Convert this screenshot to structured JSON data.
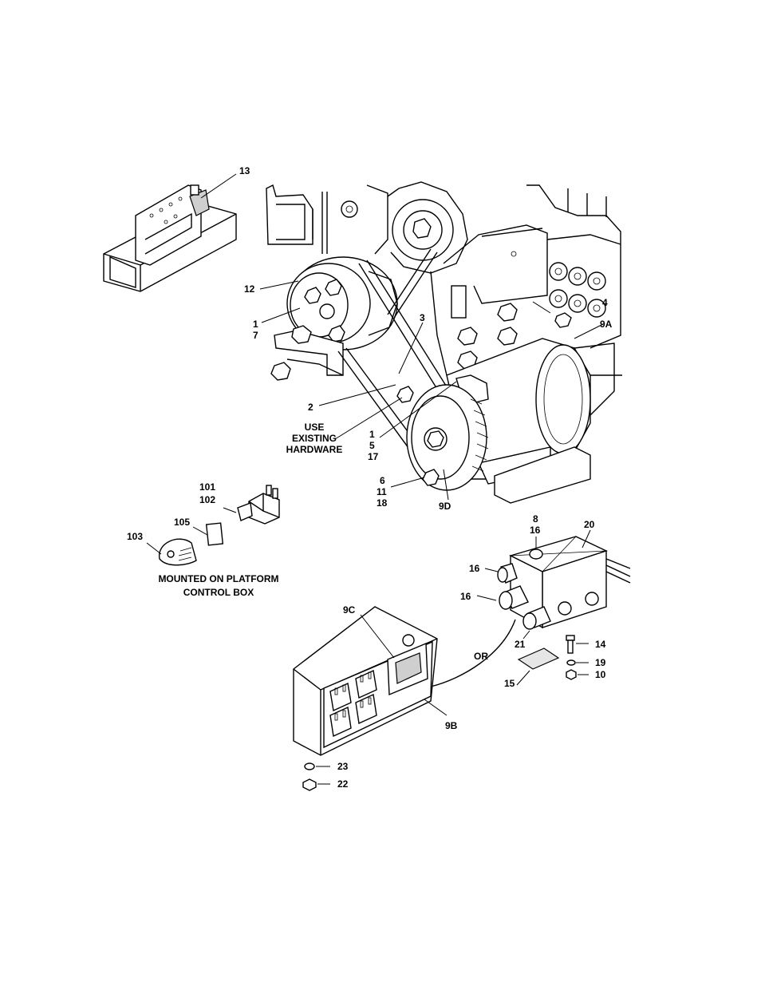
{
  "callouts": {
    "c13": "13",
    "c12": "12",
    "c1a": "1",
    "c7": "7",
    "c3": "3",
    "c4": "4",
    "c9a": "9A",
    "c2": "2",
    "use": "USE",
    "existing": "EXISTING",
    "hardware": "HARDWARE",
    "c1b": "1",
    "c5": "5",
    "c17": "17",
    "c6": "6",
    "c11": "11",
    "c18": "18",
    "c9d": "9D",
    "c101": "101",
    "c102": "102",
    "c105": "105",
    "c103": "103",
    "mounted1": "MOUNTED ON PLATFORM",
    "mounted2": "CONTROL BOX",
    "c8": "8",
    "c16a": "16",
    "c20": "20",
    "c16b": "16",
    "c16c": "16",
    "c9c": "9C",
    "c21": "21",
    "c14": "14",
    "or": "OR",
    "c19": "19",
    "c15": "15",
    "c10": "10",
    "c9b": "9B",
    "c23": "23",
    "c22": "22"
  }
}
